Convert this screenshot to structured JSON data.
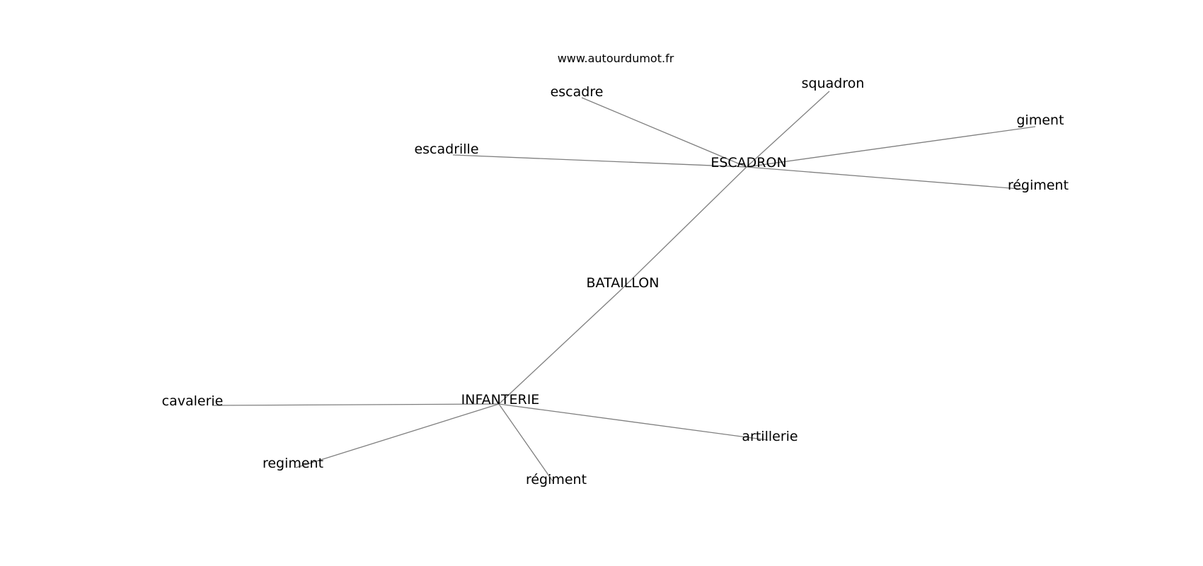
{
  "source": "www.autourdumot.fr",
  "graph": {
    "nodes": [
      {
        "id": "bataillon",
        "label": "BATAILLON"
      },
      {
        "id": "escadron",
        "label": "ESCADRON"
      },
      {
        "id": "infanterie",
        "label": "INFANTERIE"
      },
      {
        "id": "escadre",
        "label": "escadre"
      },
      {
        "id": "squadron",
        "label": "squadron"
      },
      {
        "id": "giment",
        "label": "giment"
      },
      {
        "id": "escadrille",
        "label": "escadrille"
      },
      {
        "id": "regiment_accent_1",
        "label": "régiment"
      },
      {
        "id": "cavalerie",
        "label": "cavalerie"
      },
      {
        "id": "regiment",
        "label": "regiment"
      },
      {
        "id": "regiment_accent_2",
        "label": "régiment"
      },
      {
        "id": "artillerie",
        "label": "artillerie"
      }
    ],
    "edges": [
      {
        "from": "escadron",
        "to": "escadre"
      },
      {
        "from": "escadron",
        "to": "squadron"
      },
      {
        "from": "escadron",
        "to": "giment"
      },
      {
        "from": "escadron",
        "to": "escadrille"
      },
      {
        "from": "escadron",
        "to": "regiment_accent_1"
      },
      {
        "from": "escadron",
        "to": "bataillon"
      },
      {
        "from": "bataillon",
        "to": "infanterie"
      },
      {
        "from": "infanterie",
        "to": "cavalerie"
      },
      {
        "from": "infanterie",
        "to": "regiment"
      },
      {
        "from": "infanterie",
        "to": "regiment_accent_2"
      },
      {
        "from": "infanterie",
        "to": "artillerie"
      }
    ]
  }
}
